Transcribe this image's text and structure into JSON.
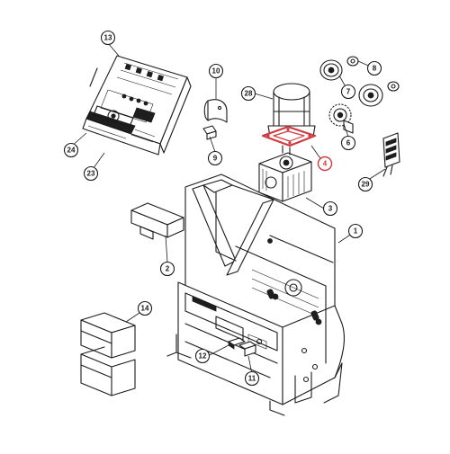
{
  "diagram": {
    "highlight_color": "#d0393e",
    "line_color": "#1a1a1a",
    "background": "#ffffff",
    "selected_part": "4",
    "callouts": {
      "c1": "1",
      "c2": "2",
      "c3": "3",
      "c4": "4",
      "c6": "6",
      "c7": "7",
      "c8": "8",
      "c9": "9",
      "c10": "10",
      "c11": "11",
      "c12": "12",
      "c13": "13",
      "c14": "14",
      "c23": "23",
      "c24": "24",
      "c28": "28",
      "c29": "29"
    }
  }
}
